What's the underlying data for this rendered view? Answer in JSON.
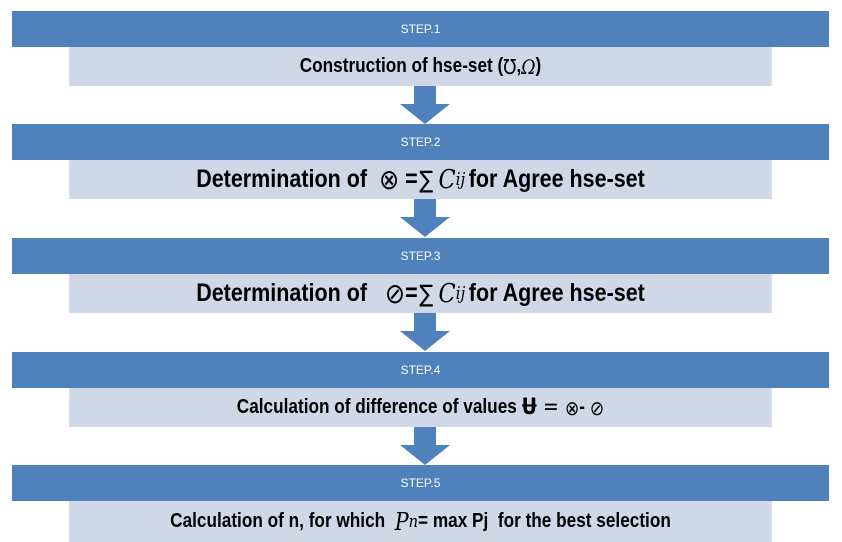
{
  "colors": {
    "header": "#4f81bd",
    "body": "#d0d8e8",
    "arrow": "#4f81bd"
  },
  "steps": [
    {
      "label": "STEP.1",
      "text_a": "Construction of hse-set (",
      "sym_a": "Ʊ",
      "text_b": ", ",
      "sym_b": "Ω",
      "text_c": ")"
    },
    {
      "label": "STEP.2",
      "text_a": "Determination of  ",
      "sym_a": "⊗",
      "text_b": " =",
      "sigma": "∑",
      "c": "C",
      "sub": "ij",
      "text_c": "for Agree hse-set"
    },
    {
      "label": "STEP.3",
      "text_a": "Determination of   ",
      "sym_a": "⊘",
      "text_b": "=",
      "sigma": "∑",
      "c": "C",
      "sub": "ij",
      "text_c": "for Agree hse-set"
    },
    {
      "label": "STEP.4",
      "text_a": "Calculation of difference of values ",
      "sym_a": "Ʉ",
      "text_b": " = ",
      "sym_b": "⊗",
      "text_c": "- ",
      "sym_c": "⊘"
    },
    {
      "label": "STEP.5",
      "text_a": "Calculation of n, for which  ",
      "p": "P",
      "sub": "n",
      "text_b": "= max Pj  for the best selection"
    }
  ]
}
